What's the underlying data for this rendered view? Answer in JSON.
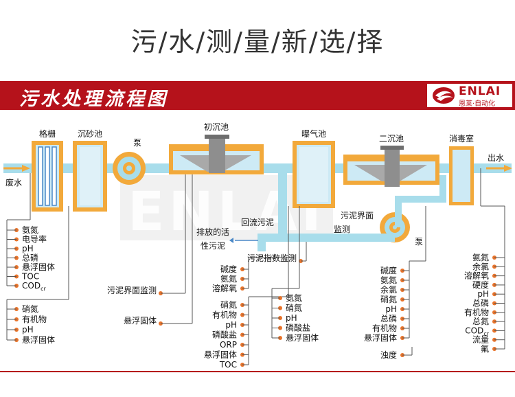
{
  "title": "污/水/测/量/新/选/择",
  "banner": {
    "title": "污水处理流程图",
    "logo_text": "ENLAI",
    "logo_sub": "恩莱·自动化"
  },
  "watermark": "ENLAI",
  "colors": {
    "banner": "#b5121b",
    "pipe": "#a8ddeb",
    "frame": "#f2a93b",
    "tank": "#cdeaf5",
    "dot": "#e8732a"
  },
  "units": {
    "grid": "格栅",
    "grit": "沉砂池",
    "pump1": "泵",
    "primary": "初沉池",
    "aeration": "曝气池",
    "secondary": "二沉池",
    "disinfect": "消毒室",
    "pump2": "泵"
  },
  "flow": {
    "inlet": "废水",
    "outlet": "出水",
    "return": "回流污泥",
    "discharge1": "排放的活",
    "discharge2": "性污泥",
    "interface1": "污泥界面",
    "interface2": "监测"
  },
  "params": {
    "inlet_top": [
      "氨氮",
      "电导率",
      "pH",
      "总磷",
      "悬浮固体",
      "TOC"
    ],
    "inlet_cod": "COD",
    "inlet_cod_sub": "cr",
    "inlet_bottom": [
      "硝氮",
      "有机物",
      "pH",
      "悬浮固体"
    ],
    "primary_interface": "污泥界面监测",
    "primary_ss": "悬浮固体",
    "sludge_index": "污泥指数监测",
    "aeration_a": [
      "碱度",
      "氨氮",
      "溶解氧"
    ],
    "aeration_b": [
      "硝氮",
      "有机物",
      "pH",
      "磷酸盐",
      "ORP",
      "悬浮固体",
      "TOC"
    ],
    "aeration_c": [
      "氨氮",
      "硝氮",
      "pH",
      "磷酸盐",
      "悬浮固体"
    ],
    "secondary_list": [
      "碱度",
      "氨氮",
      "余氯",
      "硝氮",
      "pH",
      "总磷",
      "有机物",
      "悬浮固体"
    ],
    "secondary_turbidity": "浊度",
    "outlet_list_a": [
      "氨氮",
      "余氯",
      "溶解氧",
      "硬度",
      "pH",
      "总磷",
      "有机物",
      "总氮"
    ],
    "outlet_cod": "COD",
    "outlet_cod_sub": "cr",
    "outlet_list_b": [
      "流量",
      "氟"
    ]
  }
}
